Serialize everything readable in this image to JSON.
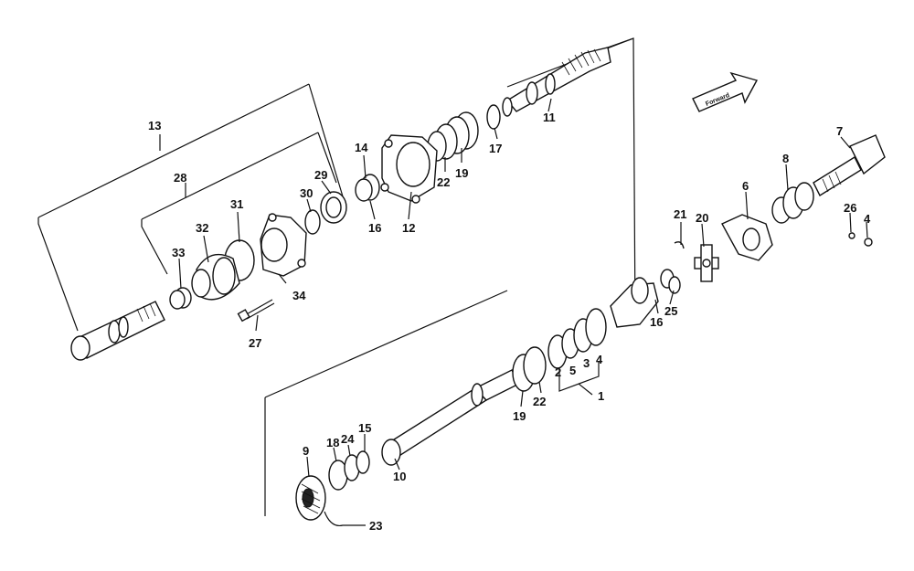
{
  "diagram": {
    "forward_text": "Forward",
    "labels": [
      {
        "id": "p1",
        "text": "1"
      },
      {
        "id": "p2",
        "text": "2"
      },
      {
        "id": "p3",
        "text": "3"
      },
      {
        "id": "p4",
        "text": "4"
      },
      {
        "id": "p4b",
        "text": "4"
      },
      {
        "id": "p5",
        "text": "5"
      },
      {
        "id": "p6",
        "text": "6"
      },
      {
        "id": "p7",
        "text": "7"
      },
      {
        "id": "p8",
        "text": "8"
      },
      {
        "id": "p9",
        "text": "9"
      },
      {
        "id": "p10",
        "text": "10"
      },
      {
        "id": "p11",
        "text": "11"
      },
      {
        "id": "p12",
        "text": "12"
      },
      {
        "id": "p13",
        "text": "13"
      },
      {
        "id": "p14",
        "text": "14"
      },
      {
        "id": "p15",
        "text": "15"
      },
      {
        "id": "p16a",
        "text": "16"
      },
      {
        "id": "p16b",
        "text": "16"
      },
      {
        "id": "p17",
        "text": "17"
      },
      {
        "id": "p18",
        "text": "18"
      },
      {
        "id": "p19a",
        "text": "19"
      },
      {
        "id": "p19b",
        "text": "19"
      },
      {
        "id": "p20",
        "text": "20"
      },
      {
        "id": "p21",
        "text": "21"
      },
      {
        "id": "p22a",
        "text": "22"
      },
      {
        "id": "p22b",
        "text": "22"
      },
      {
        "id": "p23",
        "text": "23"
      },
      {
        "id": "p24",
        "text": "24"
      },
      {
        "id": "p25",
        "text": "25"
      },
      {
        "id": "p26",
        "text": "26"
      },
      {
        "id": "p27",
        "text": "27"
      },
      {
        "id": "p28",
        "text": "28"
      },
      {
        "id": "p29",
        "text": "29"
      },
      {
        "id": "p30",
        "text": "30"
      },
      {
        "id": "p31",
        "text": "31"
      },
      {
        "id": "p32",
        "text": "32"
      },
      {
        "id": "p33",
        "text": "33"
      },
      {
        "id": "p34",
        "text": "34"
      }
    ]
  }
}
